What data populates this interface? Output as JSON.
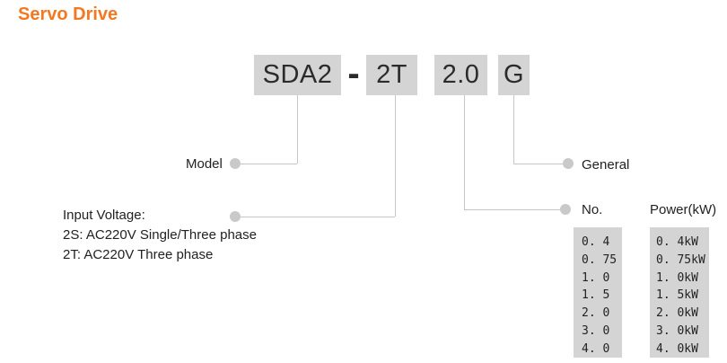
{
  "title": "Servo Drive",
  "model_code": {
    "separator": "-",
    "segments": [
      {
        "name": "series",
        "text": "SDA2"
      },
      {
        "name": "voltage",
        "text": "2T"
      },
      {
        "name": "power",
        "text": "2.0"
      },
      {
        "name": "type",
        "text": "G"
      }
    ]
  },
  "callouts": {
    "model_label": "Model",
    "general_label": "General",
    "input_voltage_lines": [
      "Input Voltage:",
      "2S: AC220V Single/Three phase",
      "2T: AC220V Three phase"
    ],
    "no_label": "No.",
    "power_header": "Power(kW)"
  },
  "tables": {
    "no_values": [
      "0. 4",
      "0. 75",
      "1. 0",
      "1. 5",
      "2. 0",
      "3. 0",
      "4. 0"
    ],
    "power_values": [
      "0. 4kW",
      "0. 75kW",
      "1. 0kW",
      "1. 5kW",
      "2. 0kW",
      "3. 0kW",
      "4. 0kW"
    ]
  },
  "colors": {
    "accent": "#F4781F",
    "box_fill": "#D4D4D4",
    "connector_line": "#C6C6C6",
    "text": "#222222"
  }
}
